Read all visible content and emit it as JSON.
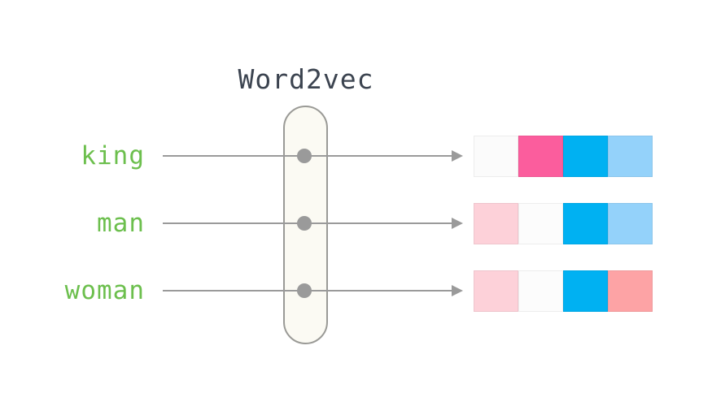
{
  "title": "Word2vec",
  "rows": [
    {
      "word": "king",
      "cells": [
        "#fbfbfb",
        "#fb5d9d",
        "#00b1f2",
        "#94d2fa"
      ]
    },
    {
      "word": "man",
      "cells": [
        "#fdd1d9",
        "#fcfcfc",
        "#00b1f2",
        "#94d2fa"
      ]
    },
    {
      "word": "woman",
      "cells": [
        "#fdd1d9",
        "#fcfcfc",
        "#00b1f2",
        "#fda3a5"
      ]
    }
  ],
  "colors": {
    "background": "#ffffff",
    "word_text": "#6cbf4d",
    "title_text": "#3c4450",
    "arrow": "#9a9a9a",
    "capsule_fill": "#fbfaf3",
    "capsule_border": "#9a9a96"
  }
}
